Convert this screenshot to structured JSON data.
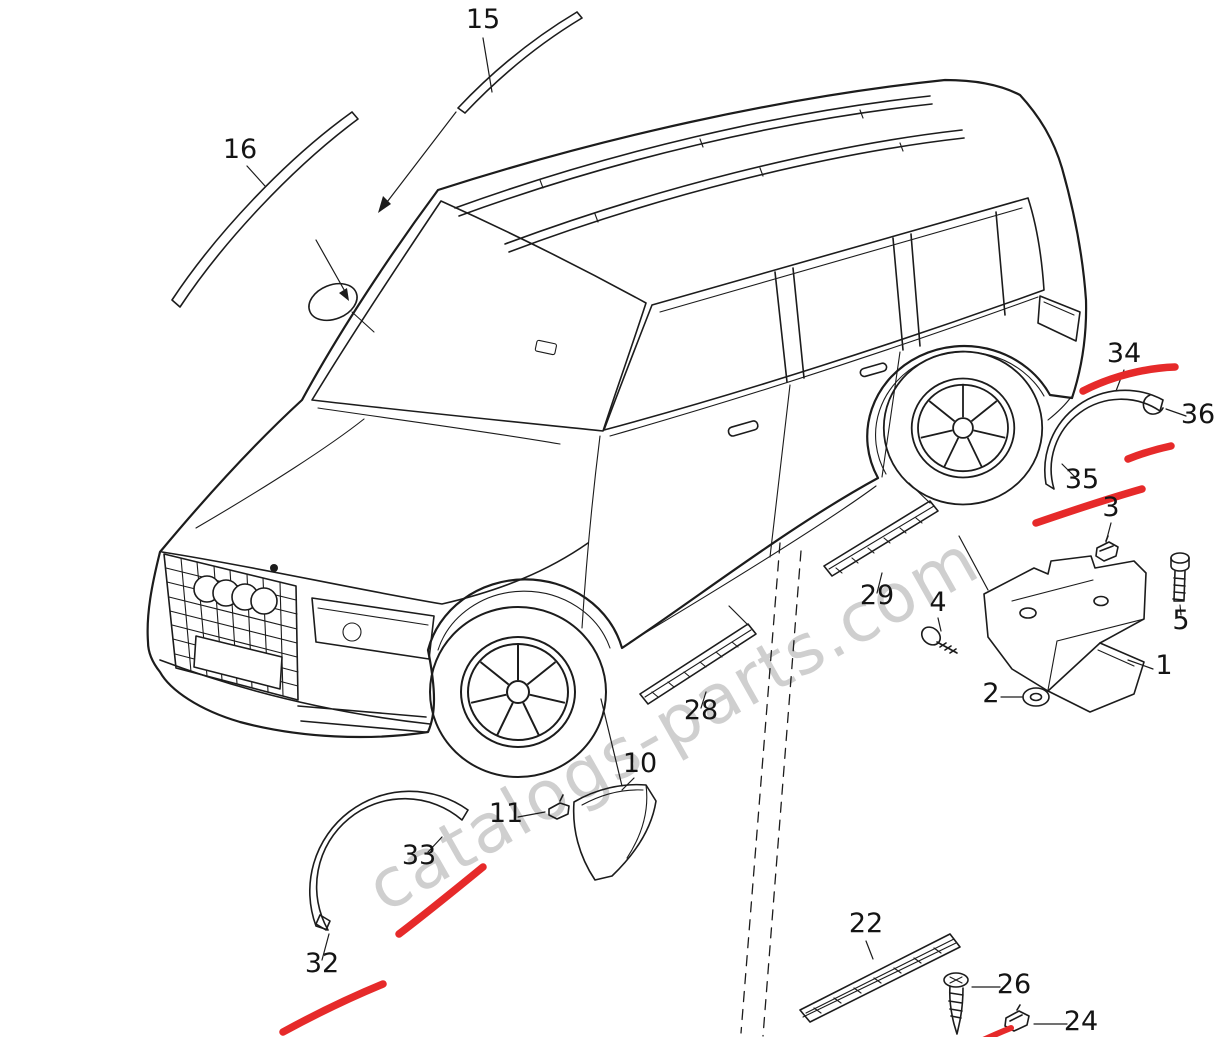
{
  "watermark": "catalogs-parts.com",
  "colors": {
    "background": "#ffffff",
    "line": "#1c1c1c",
    "label": "#141414",
    "highlight": "#e62a2a",
    "watermark": "#a9a9a9"
  },
  "callouts": {
    "c1": "1",
    "c2": "2",
    "c3": "3",
    "c4": "4",
    "c5": "5",
    "c10": "10",
    "c11": "11",
    "c15": "15",
    "c16": "16",
    "c22": "22",
    "c24": "24",
    "c26": "26",
    "c28": "28",
    "c29": "29",
    "c32": "32",
    "c33": "33",
    "c34": "34",
    "c35": "35",
    "c36": "36"
  }
}
